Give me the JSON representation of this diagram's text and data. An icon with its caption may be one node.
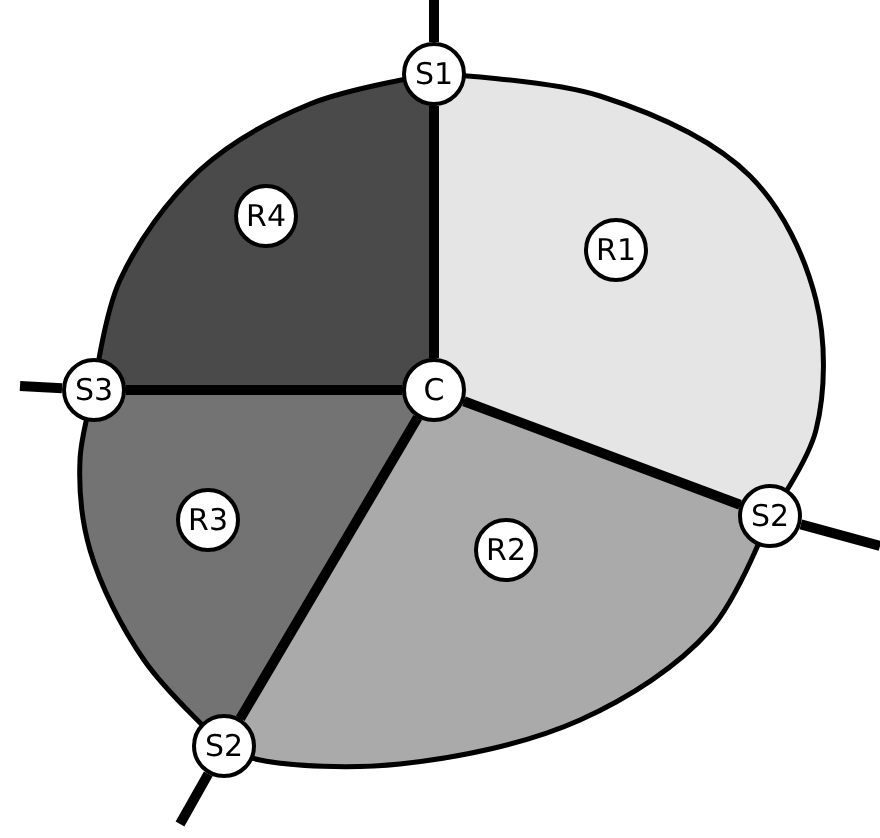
{
  "diagram": {
    "nodes": [
      {
        "text": [
          "S1"
        ]
      },
      {
        "text": [
          "R4"
        ]
      },
      {
        "text": [
          "R1"
        ]
      },
      {
        "text": [
          "S3"
        ]
      },
      {
        "text": [
          "C"
        ]
      },
      {
        "text": [
          "S2"
        ]
      },
      {
        "text": [
          "R3"
        ]
      },
      {
        "text": [
          "R2"
        ]
      },
      {
        "text": [
          "S2"
        ]
      }
    ],
    "edges": [
      {
        "from": null,
        "to": 0,
        "arrow": "none"
      },
      {
        "from": 0,
        "to": 4,
        "arrow": "none"
      },
      {
        "from": null,
        "to": 3,
        "arrow": "none"
      },
      {
        "from": 4,
        "to": 3,
        "arrow": "none"
      },
      {
        "from": 4,
        "to": 5,
        "arrow": "none"
      },
      {
        "from": 5,
        "to": null,
        "arrow": "none"
      },
      {
        "from": 4,
        "to": 8,
        "arrow": "none"
      },
      {
        "from": 8,
        "to": null,
        "arrow": "none"
      }
    ]
  }
}
